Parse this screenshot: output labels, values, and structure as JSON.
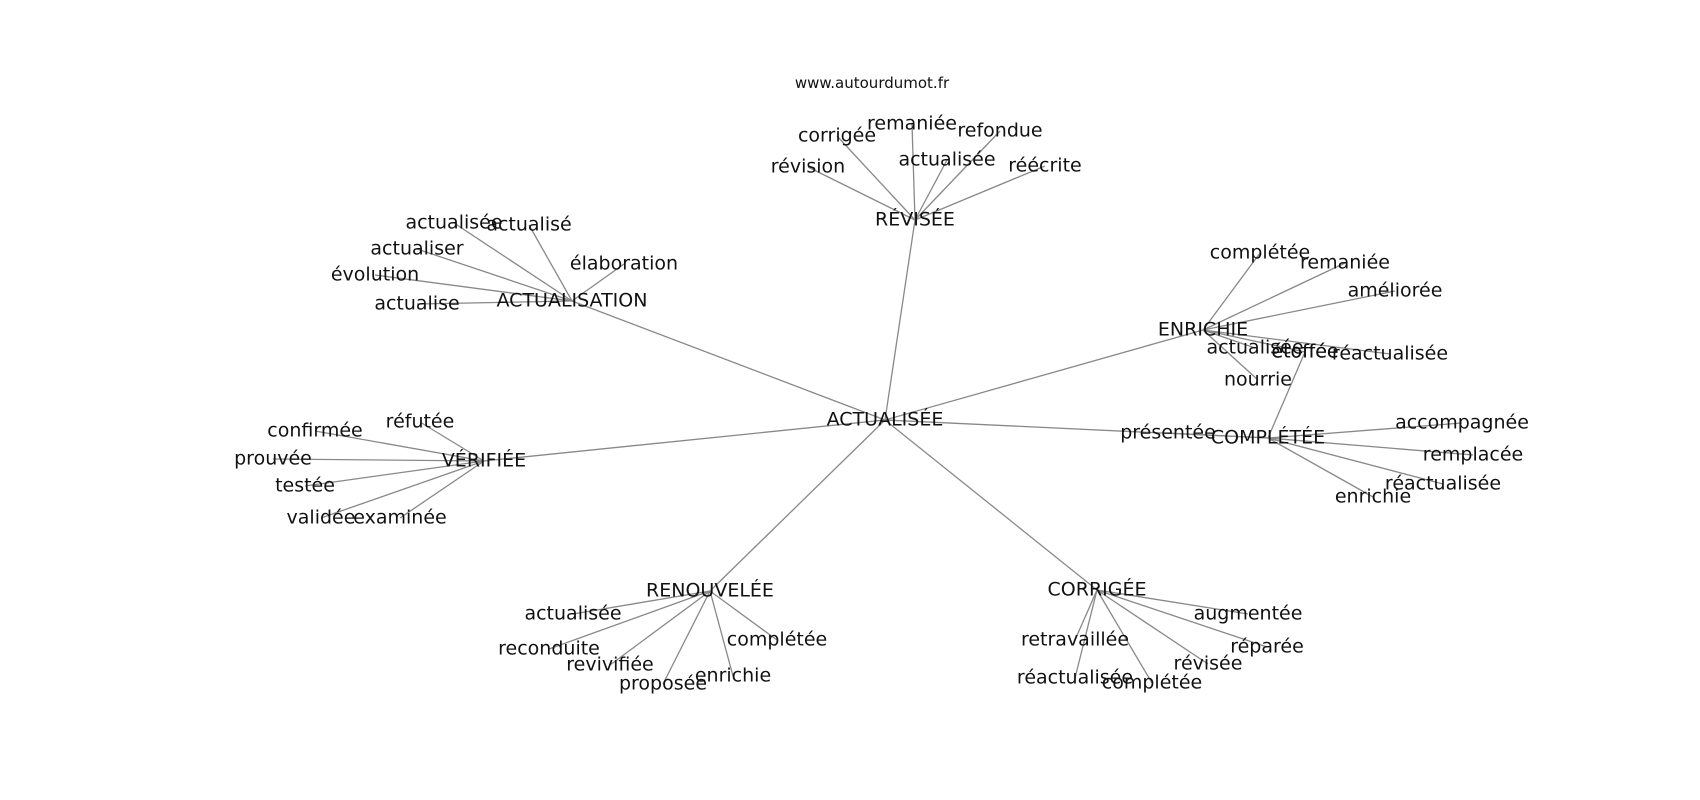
{
  "source": "www.autourdumot.fr",
  "root": "ACTUALISÉE",
  "clusters": [
    {
      "key": "revisee",
      "label": "RÉVISÉE",
      "words": [
        "corrigée",
        "remaniée",
        "refondue",
        "révision",
        "actualisée",
        "réécrite"
      ]
    },
    {
      "key": "actualisation",
      "label": "ACTUALISATION",
      "words": [
        "actualisée",
        "actualisé",
        "actualiser",
        "élaboration",
        "évolution",
        "actualise"
      ]
    },
    {
      "key": "enrichie",
      "label": "ENRICHIE",
      "words": [
        "complétée",
        "remaniée",
        "améliorée",
        "actualisée",
        "étoffée",
        "réactualisée",
        "nourrie"
      ]
    },
    {
      "key": "verifiee",
      "label": "VÉRIFIÉE",
      "words": [
        "réfutée",
        "confirmée",
        "prouvée",
        "testée",
        "validée",
        "examinée"
      ]
    },
    {
      "key": "completee",
      "label": "COMPLÉTÉE",
      "words": [
        "présentée",
        "accompagnée",
        "remplacée",
        "réactualisée",
        "enrichie",
        "étoffée"
      ]
    },
    {
      "key": "renouvelee",
      "label": "RENOUVELÉE",
      "words": [
        "actualisée",
        "reconduite",
        "complétée",
        "revivifiée",
        "proposée",
        "enrichie"
      ]
    },
    {
      "key": "corrigee",
      "label": "CORRIGÉE",
      "words": [
        "augmentée",
        "retravaillée",
        "réparée",
        "révisée",
        "réactualisée",
        "complétée"
      ]
    }
  ]
}
